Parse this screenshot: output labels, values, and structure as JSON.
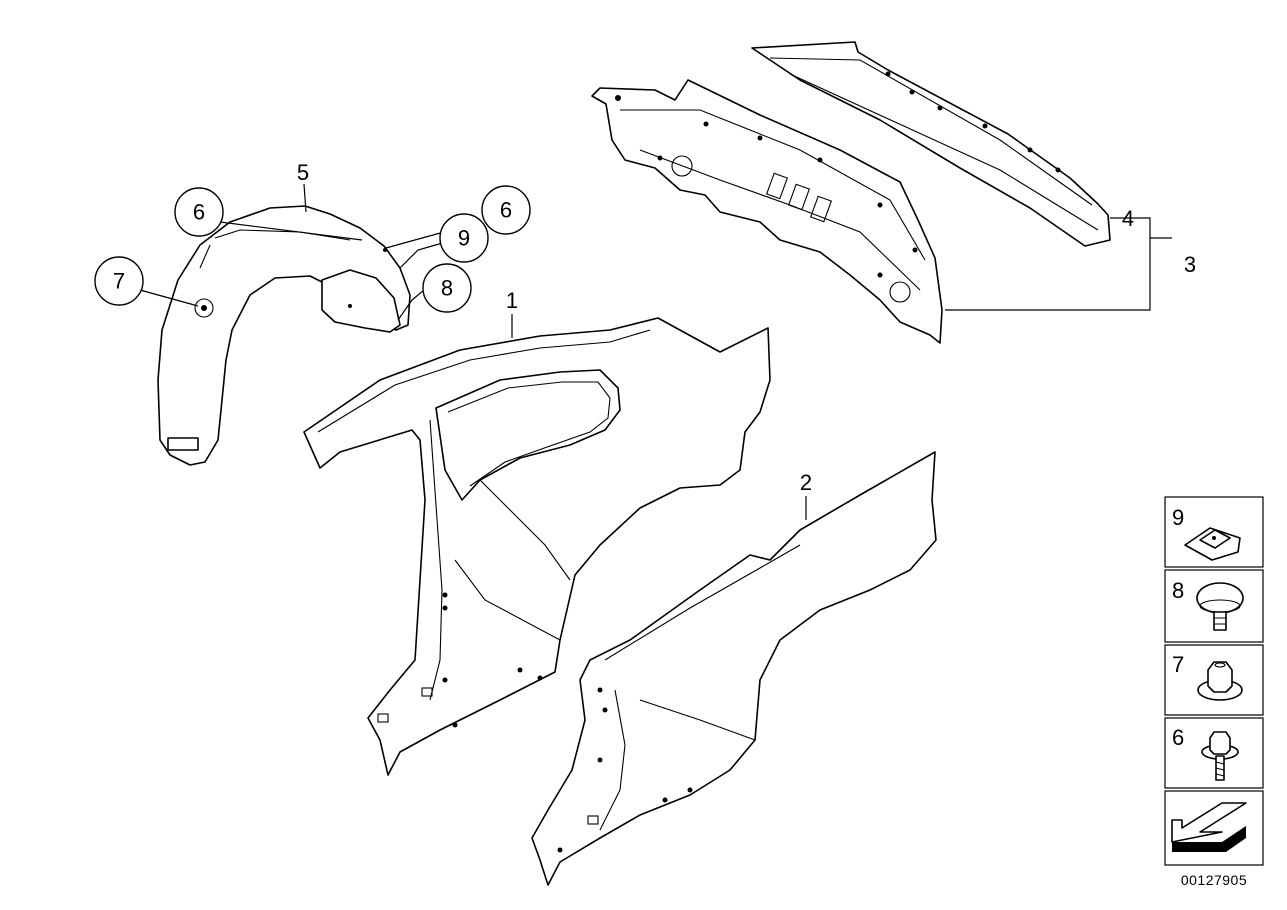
{
  "callouts": [
    "5",
    "6",
    "6",
    "9",
    "7",
    "8",
    "1",
    "2",
    "4",
    "3"
  ],
  "legend": [
    "9",
    "8",
    "7",
    "6"
  ],
  "diagram_id": "00127905"
}
